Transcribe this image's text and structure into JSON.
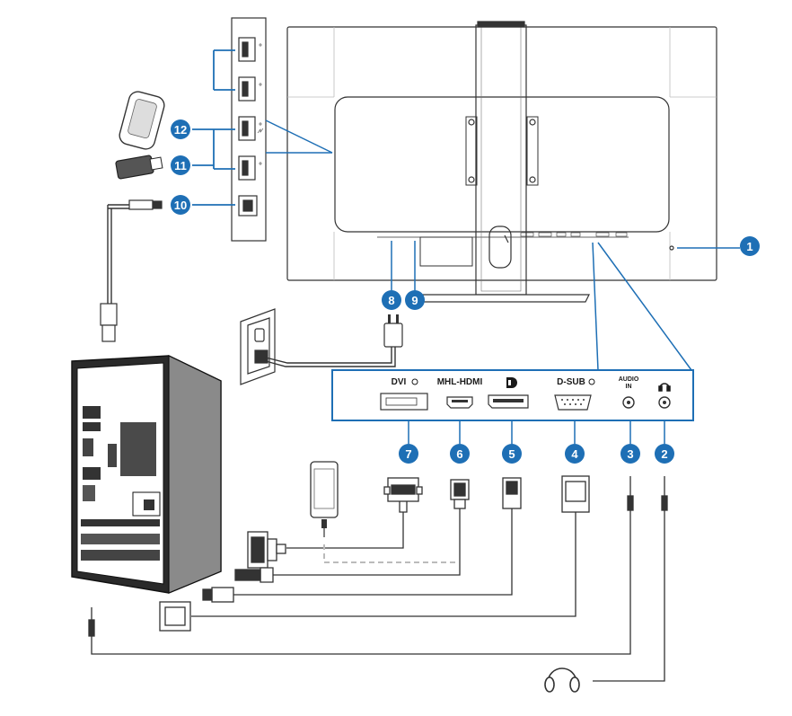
{
  "colors": {
    "accent": "#1e6fb5",
    "outline": "#333333",
    "case_dark": "#2a2a2a",
    "case_mid": "#8a8a8a",
    "dashed_cable": "#bbbbbb"
  },
  "callouts": {
    "c1": "1",
    "c2": "2",
    "c3": "3",
    "c4": "4",
    "c5": "5",
    "c6": "6",
    "c7": "7",
    "c8": "8",
    "c9": "9",
    "c10": "10",
    "c11": "11",
    "c12": "12"
  },
  "ports": {
    "dvi": "DVI",
    "mhl_hdmi": "MHL-HDMI",
    "dsub": "D-SUB",
    "audio_in_1": "AUDIO",
    "audio_in_2": "IN"
  },
  "icons": [
    "kensington-lock-icon",
    "headphone-icon",
    "displayport-icon",
    "usb-icon",
    "power-plug-icon",
    "smartphone-icon",
    "usb-flash-drive-icon",
    "pc-tower-icon"
  ]
}
